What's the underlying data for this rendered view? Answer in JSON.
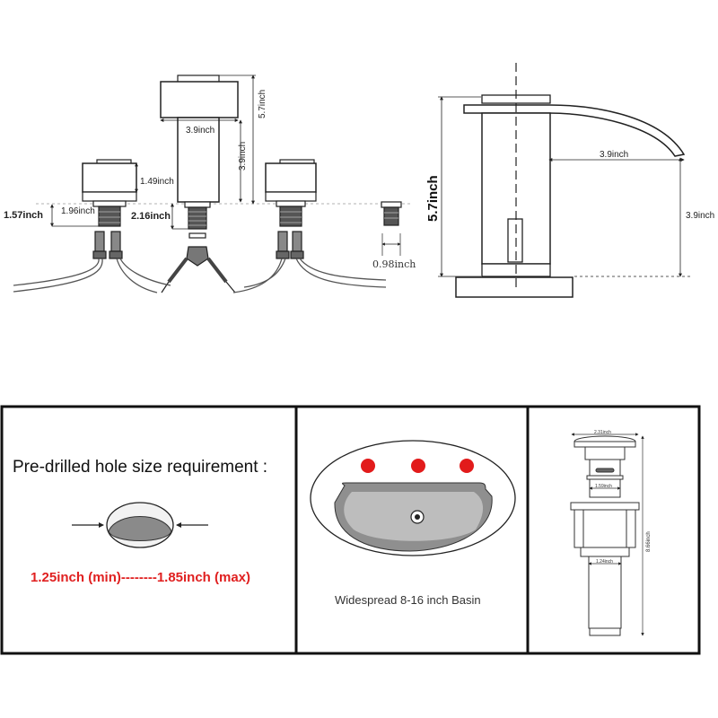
{
  "faucet_front": {
    "spout_width": "3.9inch",
    "total_height": "5.7inch",
    "spout_body_height": "3.9inch",
    "handle_height": "1.49inch",
    "handle_base_height": "1.57inch",
    "shank_left_length": "1.96inch",
    "shank_center_length": "2.16inch",
    "shank_diameter": "0.98inch"
  },
  "faucet_side": {
    "total_height": "5.7inch",
    "spout_reach": "3.9inch",
    "spout_height": "3.9inch"
  },
  "panel_hole": {
    "title": "Pre-drilled hole size requirement :",
    "range": "1.25inch (min)--------1.85inch (max)"
  },
  "panel_basin": {
    "caption": "Widespread 8-16 inch Basin",
    "hole_color": "#e21b1b"
  },
  "panel_drain": {
    "cap_width": "2.31inch",
    "neck_width": "1.59inch",
    "tube_width": "1.24inch",
    "total_length": "8.66inch"
  }
}
